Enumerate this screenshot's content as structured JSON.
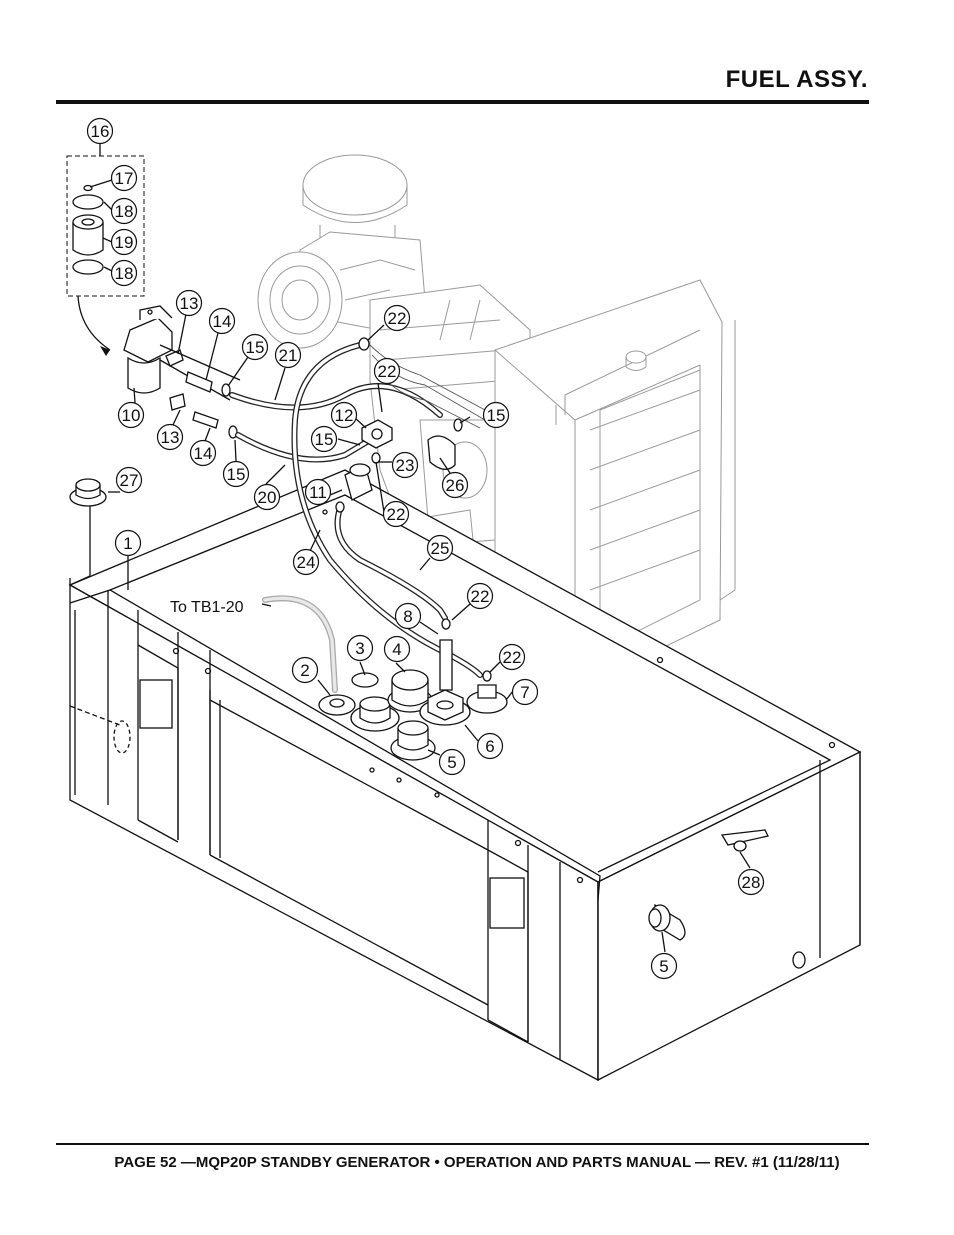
{
  "header": {
    "title": "FUEL ASSY."
  },
  "footer": {
    "text": "PAGE 52 —MQP20P STANDBY GENERATOR • OPERATION AND PARTS MANUAL — REV. #1 (11/28/11)"
  },
  "diagram": {
    "note_label": "To TB1-20",
    "callouts": [
      "16",
      "17",
      "18",
      "19",
      "18",
      "13",
      "14",
      "15",
      "21",
      "22",
      "22",
      "10",
      "13",
      "14",
      "15",
      "12",
      "15",
      "15",
      "23",
      "26",
      "20",
      "11",
      "22",
      "27",
      "24",
      "25",
      "1",
      "8",
      "22",
      "22",
      "2",
      "3",
      "4",
      "7",
      "6",
      "5",
      "28",
      "5"
    ]
  }
}
